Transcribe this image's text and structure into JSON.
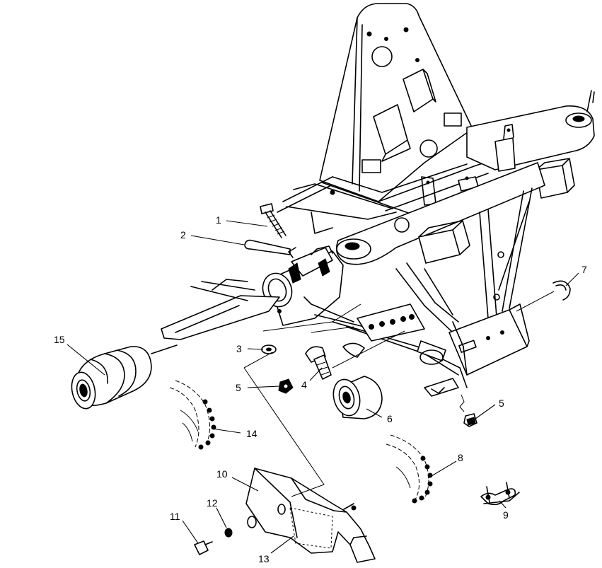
{
  "callouts": [
    {
      "id": "c1",
      "label": "1"
    },
    {
      "id": "c2",
      "label": "2"
    },
    {
      "id": "c3",
      "label": "3"
    },
    {
      "id": "c4",
      "label": "4"
    },
    {
      "id": "c5a",
      "label": "5"
    },
    {
      "id": "c5b",
      "label": "5"
    },
    {
      "id": "c6",
      "label": "6"
    },
    {
      "id": "c7",
      "label": "7"
    },
    {
      "id": "c8",
      "label": "8"
    },
    {
      "id": "c9",
      "label": "9"
    },
    {
      "id": "c10",
      "label": "10"
    },
    {
      "id": "c11",
      "label": "11"
    },
    {
      "id": "c12",
      "label": "12"
    },
    {
      "id": "c13",
      "label": "13"
    },
    {
      "id": "c14",
      "label": "14"
    },
    {
      "id": "c15",
      "label": "15"
    }
  ]
}
